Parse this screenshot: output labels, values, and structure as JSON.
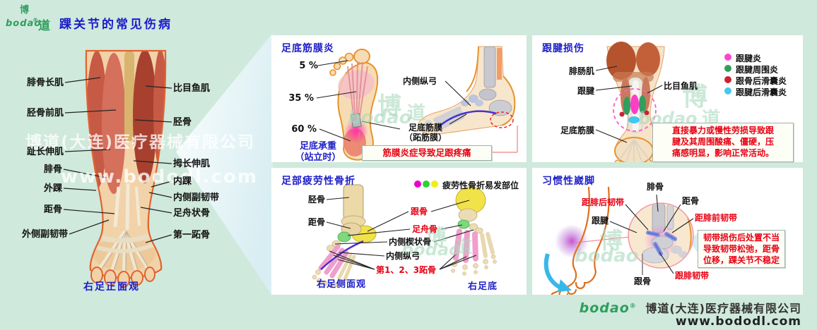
{
  "brand": {
    "bodao": "bodao",
    "reg": "®",
    "bo": "博",
    "dao": "道"
  },
  "header": {
    "title": "踝关节的常见伤病"
  },
  "left_diagram": {
    "labels_left": [
      "腓骨长肌",
      "胫骨前肌",
      "趾长伸肌",
      "腓骨",
      "外踝",
      "距骨",
      "外侧副韧带"
    ],
    "labels_right": [
      "比目鱼肌",
      "胫骨",
      "拇长伸肌",
      "内踝",
      "内侧副韧带",
      "足舟状骨",
      "第一跖骨"
    ],
    "caption": "右足正面观",
    "watermark_company": "博道(大连)医疗器械有限公司",
    "watermark_site": "www.bododl.com"
  },
  "panel_plantar_fasciitis": {
    "title": "足底筋膜炎",
    "percents": [
      "5 %",
      "35 %",
      "60 %"
    ],
    "weight_line1": "足底承重",
    "weight_line2": "（站立时）",
    "label_medial_arch": "内侧纵弓",
    "label_fascia_line1": "足底筋膜",
    "label_fascia_line2": "（跖筋膜）",
    "warning": "筋膜炎症导致足跟疼痛"
  },
  "panel_achilles": {
    "title": "跟腱损伤",
    "label_gastrocnemius": "腓肠肌",
    "label_achilles_tendon": "跟腱",
    "label_plantar_fascia": "足底筋膜",
    "label_soleus": "比目鱼肌",
    "legend": [
      {
        "color": "#ff44cc",
        "label": "跟腱炎"
      },
      {
        "color": "#2f9e5e",
        "label": "跟腱周围炎"
      },
      {
        "color": "#cc2233",
        "label": "跟骨后滑囊炎"
      },
      {
        "color": "#44c8f0",
        "label": "跟腱后滑囊炎"
      }
    ],
    "warning_line1": "直接暴力或慢性劳损导致跟",
    "warning_line2": "腱及其周围酸痛、僵硬，压",
    "warning_line3": "痛感明显，影响正常活动。"
  },
  "panel_stress_fracture": {
    "title": "足部疲劳性骨折",
    "legend_label": "疲劳性骨折易发部位",
    "legend_colors": [
      "#ee00cc",
      "#2ed32e",
      "#f0ec18"
    ],
    "label_tibia": "胫骨",
    "label_talus": "距骨",
    "label_calcaneus": "跟骨",
    "label_navicular": "足舟骨",
    "label_cuneiform": "内侧楔状骨",
    "label_medial_arch": "内侧纵弓",
    "label_metatarsals": "第1、2、3跖骨",
    "caption_lateral": "右足侧面观",
    "caption_plantar": "右足底"
  },
  "panel_sprain": {
    "title": "习惯性崴脚",
    "label_fibula": "腓骨",
    "label_talus": "距骨",
    "label_achilles": "跟腱",
    "label_calcaneus": "跟骨",
    "label_ptfl": "距腓后韧带",
    "label_atfl": "距腓前韧带",
    "label_cfl": "跟腓韧带",
    "warning_line1": "韧带损伤后处置不当",
    "warning_line2": "导致韧带松弛，距骨",
    "warning_line3": "位移，踝关节不稳定"
  },
  "footer": {
    "company": "博道(大连)医疗器械有限公司",
    "website": "www.bododl.com"
  },
  "colors": {
    "background": "#cfe9dc",
    "title_blue": "#1d1dc8",
    "warning_red": "#e80013",
    "outline_orange": "#e2622f",
    "brand_green": "#2e9e5e"
  }
}
